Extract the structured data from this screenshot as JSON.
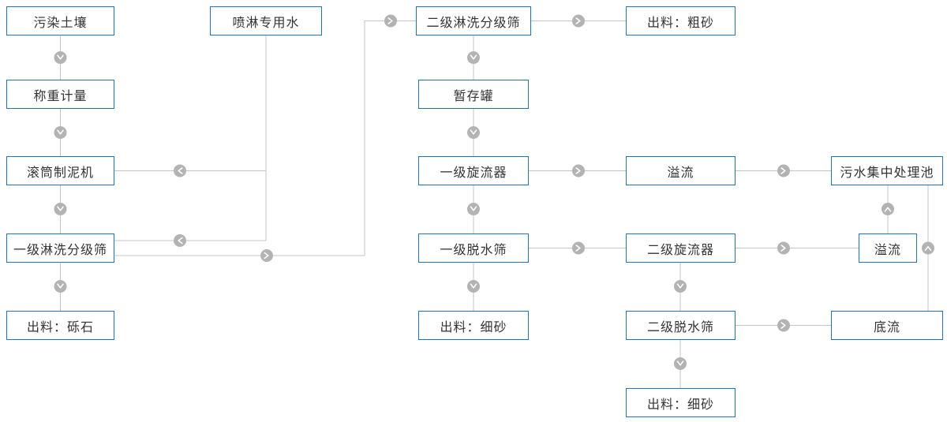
{
  "diagram": {
    "colors": {
      "node_border": "#2173b4",
      "node_text": "#333333",
      "line": "#c4c4c4",
      "arrow_circle": "#b3b3b3",
      "arrow_chevron": "#ffffff"
    },
    "nodes": {
      "soil": {
        "label": "污染土壤"
      },
      "weighing": {
        "label": "称重计量"
      },
      "drum_mud_machine": {
        "label": "滚筒制泥机"
      },
      "wash_screen_1": {
        "label": "一级淋洗分级筛"
      },
      "gravel_out": {
        "label": "出料：砾石"
      },
      "spray_water": {
        "label": "喷淋专用水"
      },
      "wash_screen_2": {
        "label": "二级淋洗分级筛"
      },
      "coarse_sand_out": {
        "label": "出料：粗砂"
      },
      "buffer_tank": {
        "label": "暂存罐"
      },
      "cyclone_1": {
        "label": "一级旋流器"
      },
      "overflow_1": {
        "label": "溢流"
      },
      "sewage_pool": {
        "label": "污水集中处理池"
      },
      "dewater_screen_1": {
        "label": "一级脱水筛"
      },
      "fine_sand_out_1": {
        "label": "出料：细砂"
      },
      "cyclone_2": {
        "label": "二级旋流器"
      },
      "overflow_2": {
        "label": "溢流"
      },
      "dewater_screen_2": {
        "label": "二级脱水筛"
      },
      "underflow": {
        "label": "底流"
      },
      "fine_sand_out_2": {
        "label": "出料：细砂"
      }
    },
    "edges": [
      {
        "from": "soil",
        "to": "weighing"
      },
      {
        "from": "weighing",
        "to": "drum_mud_machine"
      },
      {
        "from": "spray_water",
        "to": "drum_mud_machine"
      },
      {
        "from": "spray_water",
        "to": "wash_screen_1"
      },
      {
        "from": "drum_mud_machine",
        "to": "wash_screen_1"
      },
      {
        "from": "wash_screen_1",
        "to": "gravel_out"
      },
      {
        "from": "wash_screen_1",
        "to": "wash_screen_2"
      },
      {
        "from": "wash_screen_2",
        "to": "coarse_sand_out"
      },
      {
        "from": "wash_screen_2",
        "to": "buffer_tank"
      },
      {
        "from": "buffer_tank",
        "to": "cyclone_1"
      },
      {
        "from": "cyclone_1",
        "to": "overflow_1"
      },
      {
        "from": "overflow_1",
        "to": "sewage_pool"
      },
      {
        "from": "cyclone_1",
        "to": "dewater_screen_1"
      },
      {
        "from": "dewater_screen_1",
        "to": "fine_sand_out_1"
      },
      {
        "from": "dewater_screen_1",
        "to": "cyclone_2"
      },
      {
        "from": "cyclone_2",
        "to": "overflow_2"
      },
      {
        "from": "overflow_2",
        "to": "sewage_pool"
      },
      {
        "from": "cyclone_2",
        "to": "dewater_screen_2"
      },
      {
        "from": "dewater_screen_2",
        "to": "underflow"
      },
      {
        "from": "underflow",
        "to": "sewage_pool"
      },
      {
        "from": "dewater_screen_2",
        "to": "fine_sand_out_2"
      }
    ]
  }
}
